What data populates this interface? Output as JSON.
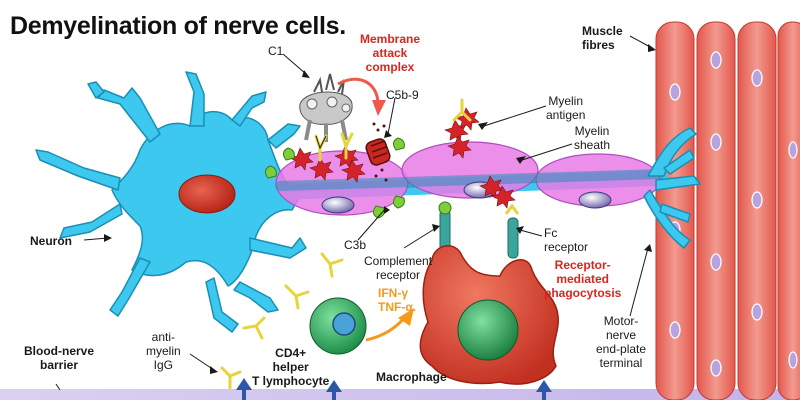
{
  "title": "Demyelination of nerve cells.",
  "labels": {
    "c1": "C1",
    "mac": "Membrane\nattack\ncomplex",
    "c5b9": "C5b-9",
    "myelin_antigen": "Myelin\nantigen",
    "myelin_sheath": "Myelin\nsheath",
    "muscle_fibres": "Muscle\nfibres",
    "neuron": "Neuron",
    "c3b": "C3b",
    "complement_receptor": "Complement\nreceptor",
    "fc_receptor": "Fc\nreceptor",
    "receptor_phagocytosis": "Receptor-\nmediated\nphagocytosis",
    "ifn_tnf": "IFN-γ\nTNF-α.",
    "motor_terminal": "Motor-\nnerve\nend-plate\nterminal",
    "blood_nerve": "Blood-nerve\nbarrier",
    "anti_myelin": "anti-\nmyelin\nIgG",
    "cd4": "CD4+\nhelper\nT lymphocyte",
    "macrophage": "Macrophage"
  },
  "colors": {
    "neuron": "#3cc8ef",
    "myelin": "#e77be8",
    "muscle": "#ea6f63",
    "macrophage": "#d9463a",
    "tcell": "#1f9a4e",
    "antibody": "#e6d43a",
    "antigen": "#d4232a",
    "accent_red": "#d8261f",
    "accent_orange": "#f59a1b"
  }
}
